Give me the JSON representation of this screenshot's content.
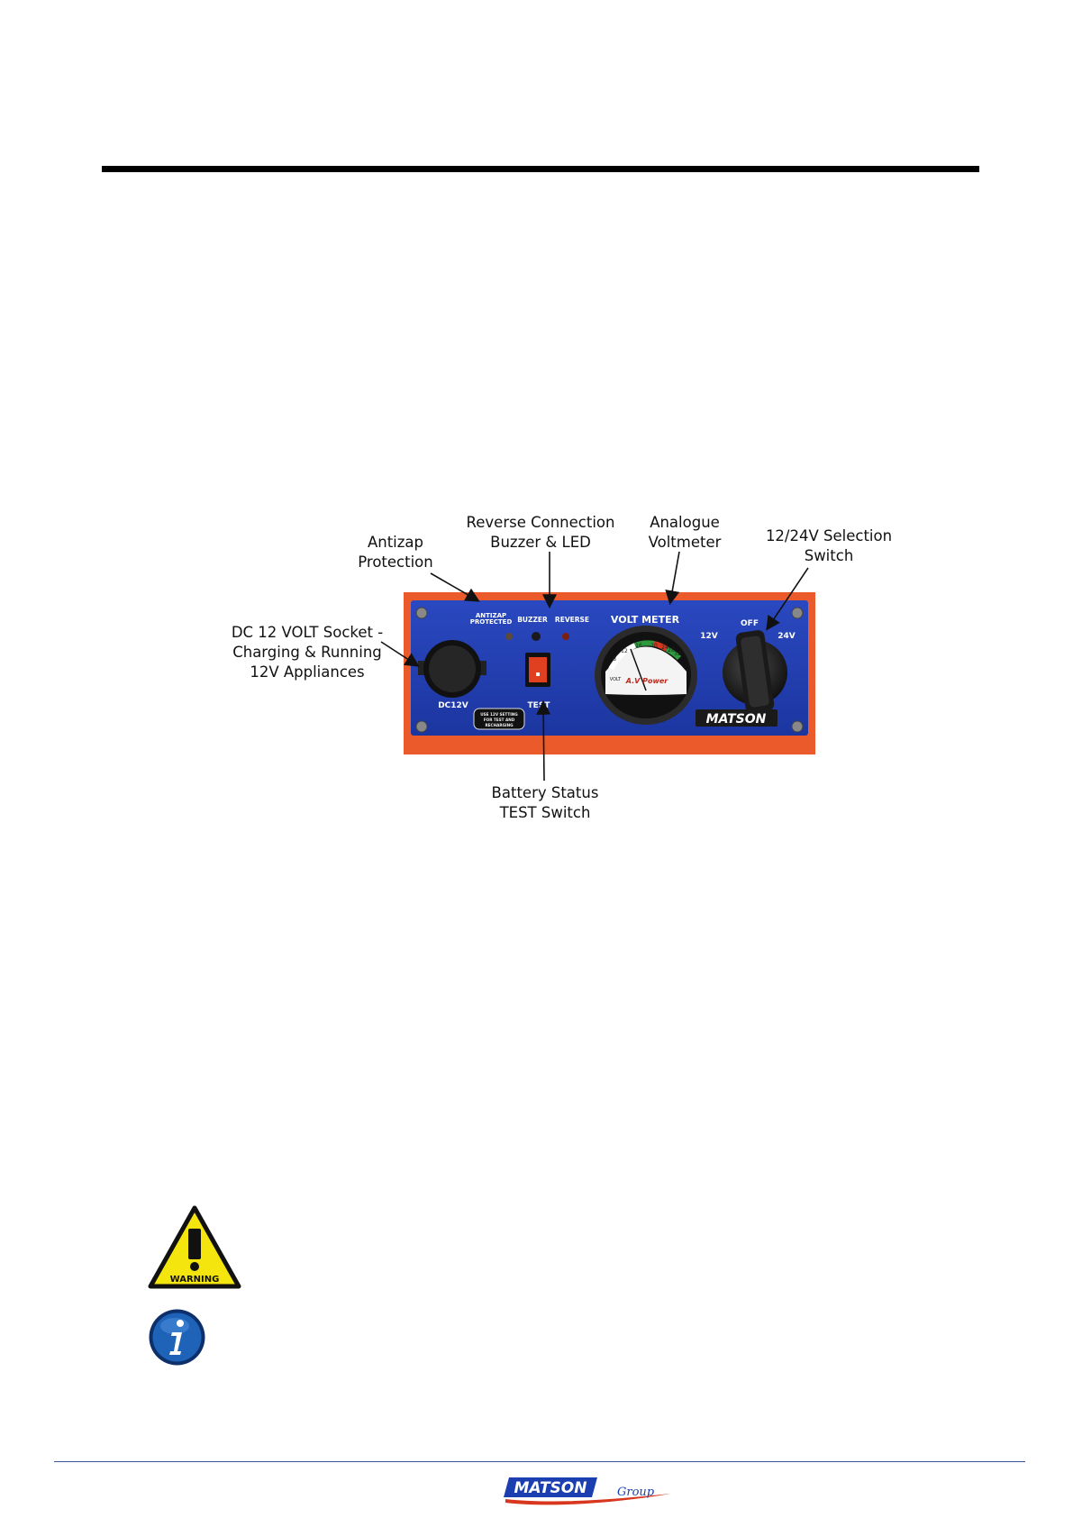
{
  "figure": {
    "callouts": {
      "antizap": [
        "Antizap",
        "Protection"
      ],
      "reverse": [
        "Reverse Connection",
        "Buzzer & LED"
      ],
      "voltmeter": [
        "Analogue",
        "Voltmeter"
      ],
      "selection": [
        "12/24V Selection",
        "Switch"
      ],
      "dc_socket": [
        "DC 12 VOLT Socket -",
        "Charging & Running",
        "12V Appliances"
      ],
      "battery_test": [
        "Battery Status",
        "TEST Switch"
      ]
    },
    "panel": {
      "antizap_label": [
        "ANTIZAP",
        "PROTECTED"
      ],
      "buzzer_label": "BUZZER",
      "reverse_label": "REVERSE",
      "volt_meter_label": "VOLT METER",
      "off_label": "OFF",
      "v12_label": "12V",
      "v24_label": "24V",
      "dc12v_label": "DC12V",
      "test_label": "TEST",
      "sticker_text": [
        "USE 12V SETTING",
        "FOR TEST AND",
        "RECHARGING"
      ],
      "brand": "MATSON",
      "meter_ticks": [
        "8",
        "12",
        "16",
        "20",
        "24",
        "28",
        "32"
      ],
      "meter_unit": "VOLT",
      "meter_brand": "A.V Power"
    }
  },
  "icons": {
    "warning_text": "WARNING"
  },
  "footer": {
    "brand": "MATSON",
    "brand_suffix": "Group"
  },
  "colors": {
    "panel_blue": "#2440b0",
    "panel_orange": "#ea5a2a",
    "warning_yellow": "#f5e50f",
    "info_blue": "#1f63b8",
    "footer_rule": "#3a56a0"
  }
}
